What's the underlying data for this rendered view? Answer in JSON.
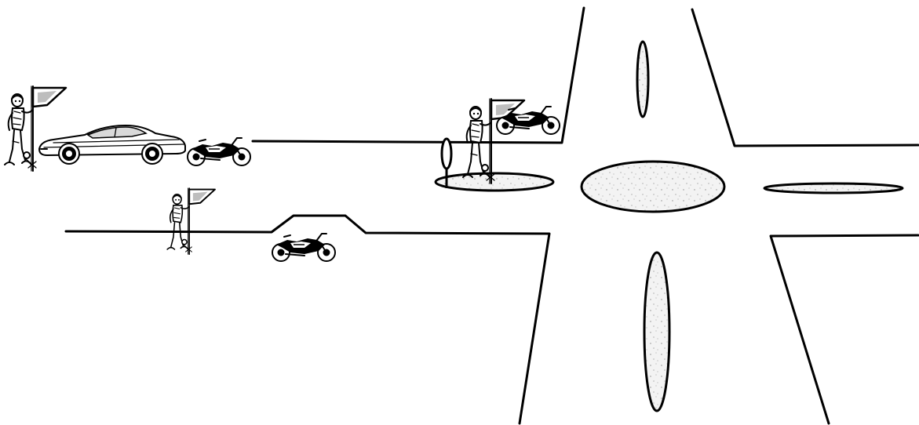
{
  "scene": {
    "colors": {
      "ink": "#000000",
      "paper": "#ffffff",
      "island_fill": "#f3f3f3",
      "speckle": "#7a7a7a"
    },
    "figures": [
      {
        "role": "traffic-marshal",
        "holds": "flag",
        "count": 3
      },
      {
        "role": "motorcycle",
        "count": 3
      },
      {
        "role": "car",
        "count": 1
      },
      {
        "role": "sign-post",
        "count": 1
      }
    ],
    "icons": [
      "flag-icon",
      "motorcycle-icon",
      "car-icon",
      "person-icon",
      "sign-icon"
    ]
  }
}
